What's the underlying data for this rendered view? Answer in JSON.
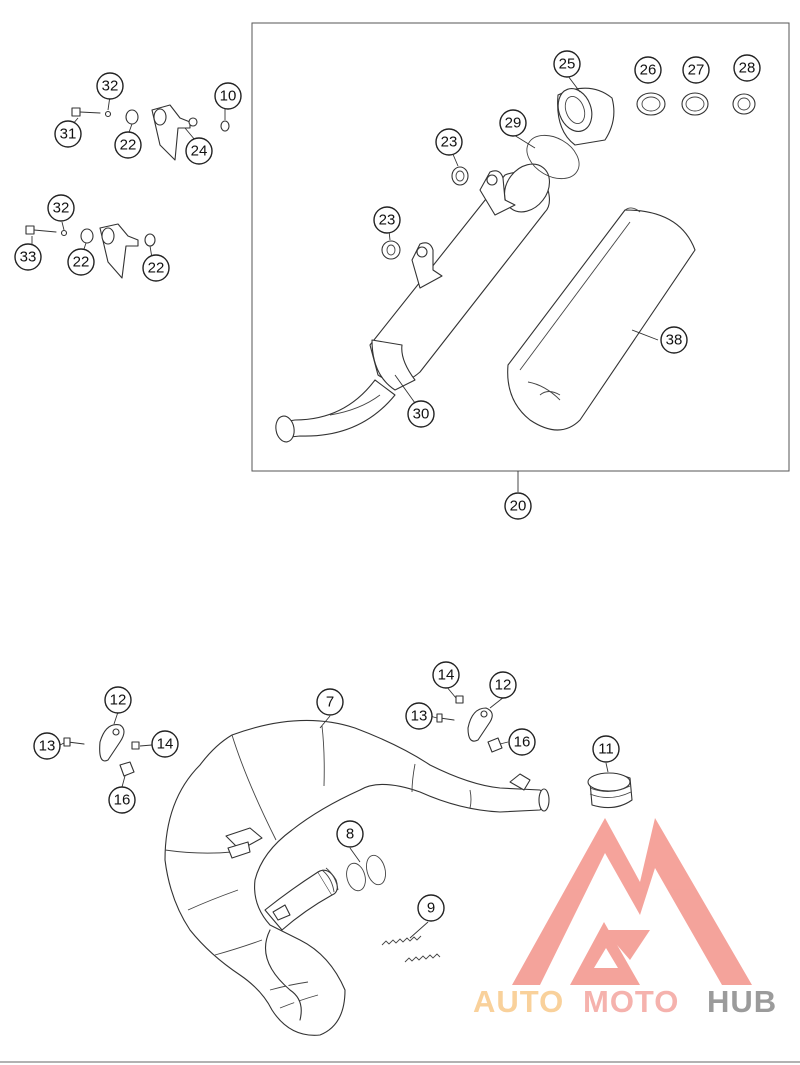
{
  "callouts": {
    "c32a": "32",
    "c31": "31",
    "c22a": "22",
    "c24": "24",
    "c10": "10",
    "c32b": "32",
    "c33": "33",
    "c22b": "22",
    "c22c": "22",
    "c25": "25",
    "c26": "26",
    "c27": "27",
    "c28": "28",
    "c29": "29",
    "c23a": "23",
    "c23b": "23",
    "c30": "30",
    "c38": "38",
    "c20": "20",
    "c14a": "14",
    "c12a": "12",
    "c13a": "13",
    "c16a": "16",
    "c7": "7",
    "c12b": "12",
    "c13b": "13",
    "c14b": "14",
    "c16b": "16",
    "c11": "11",
    "c8": "8",
    "c9": "9"
  },
  "logo": {
    "part1": "AUTO",
    "part2": "MOTO",
    "part3": "HUB",
    "colors": {
      "auto": "#f9c98a",
      "moto": "#f4a59f",
      "hub": "#8a8a8a",
      "triangle": "#f3938a"
    }
  }
}
